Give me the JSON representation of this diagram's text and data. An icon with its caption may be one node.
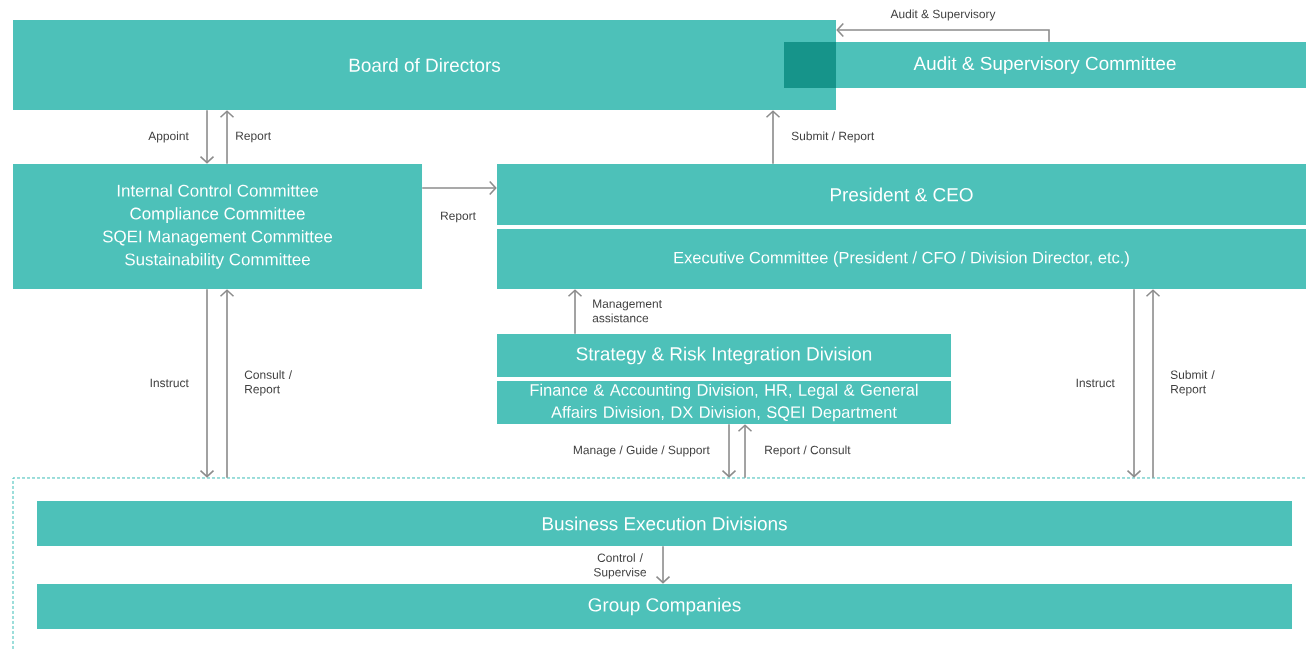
{
  "diagram": {
    "nodes": [
      {
        "text": [
          "Board of Directors"
        ]
      },
      {
        "text": [
          "Audit & Supervisory Committee"
        ]
      },
      {
        "text": [
          "Internal Control Committee",
          "Compliance Committee",
          "SQEI Management Committee",
          "Sustainability Committee"
        ]
      },
      {
        "text": [
          "President & CEO"
        ]
      },
      {
        "text": [
          "Executive Committee (President / CFO / Division Director, etc.)"
        ]
      },
      {
        "text": [
          "Strategy & Risk Integration Division"
        ]
      },
      {
        "text": [
          "Finance & Accounting Division, HR, Legal & General Affairs Division, DX Division, SQEI Department"
        ]
      },
      {
        "text": [],
        "shape": "box"
      },
      {
        "text": [
          "Business Execution Divisions"
        ],
        "in": 7
      },
      {
        "text": [
          "Group Companies"
        ],
        "in": 7
      }
    ],
    "edges": [
      {
        "from": 1,
        "to": 0,
        "arrow": "to",
        "label": "Audit & Supervisory"
      },
      {
        "from": 0,
        "to": 2,
        "arrow": "to",
        "label": "Appoint"
      },
      {
        "from": 2,
        "to": 0,
        "arrow": "to",
        "label": "Report"
      },
      {
        "from": 3,
        "to": 0,
        "arrow": "to",
        "label": "Submit / Report"
      },
      {
        "from": 2,
        "to": 3,
        "arrow": "to",
        "label": "Report"
      },
      {
        "from": 5,
        "to": 4,
        "arrow": "to",
        "label": "Management assistance"
      },
      {
        "from": 2,
        "to": 7,
        "arrow": "to",
        "label": "Instruct"
      },
      {
        "from": 7,
        "to": 2,
        "arrow": "to",
        "label": "Consult / Report"
      },
      {
        "from": 6,
        "to": 7,
        "arrow": "to",
        "label": "Manage / Guide / Support"
      },
      {
        "from": 7,
        "to": 6,
        "arrow": "to",
        "label": "Report / Consult"
      },
      {
        "from": 4,
        "to": 7,
        "arrow": "to",
        "label": "Instruct"
      },
      {
        "from": 7,
        "to": 4,
        "arrow": "to",
        "label": "Submit / Report"
      },
      {
        "from": 8,
        "to": 9,
        "arrow": "to",
        "label": "Control / Supervise"
      }
    ]
  }
}
